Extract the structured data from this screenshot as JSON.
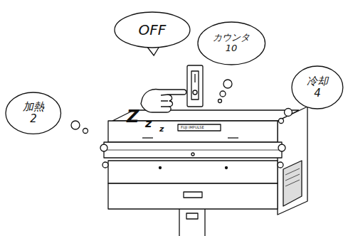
{
  "diagram": {
    "nodes": [
      {
        "text": [
          "加熱 2"
        ]
      },
      {
        "text": [
          "OFF"
        ]
      },
      {
        "text": [
          "カウンタ 10"
        ]
      },
      {
        "text": [
          "冷却 4"
        ]
      }
    ],
    "labels": [
      "Z",
      "z",
      "z",
      "FUJI IMPULSE"
    ]
  }
}
